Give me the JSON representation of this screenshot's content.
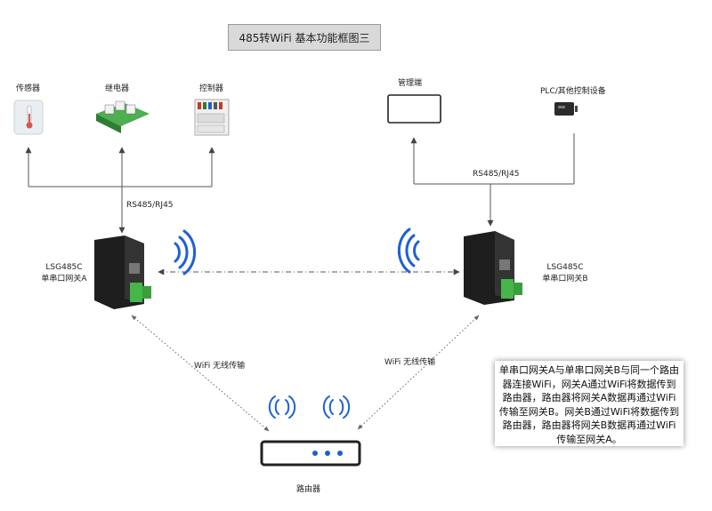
{
  "title": "485转WiFi 基本功能框图三",
  "devices_left": {
    "sensor": "传感器",
    "relay": "继电器",
    "controller": "控制器"
  },
  "devices_right": {
    "terminal": "管理端",
    "plc": "PLC/其他控制设备"
  },
  "bus_left": "RS485/RJ45",
  "bus_right": "RS485/RJ45",
  "gateway_a": {
    "model": "LSG485C",
    "name": "单串口网关A"
  },
  "gateway_b": {
    "model": "LSG485C",
    "name": "单串口网关B"
  },
  "wifi_left": "WiFi 无线传输",
  "wifi_right": "WiFi 无线传输",
  "router": "路由器",
  "note": "单串口网关A与单串口网关B与同一个路由器连接WiFi，网关A通过WiFi将数据传到路由器，路由器将网关A数据再通过WiFi传输至网关B。网关B通过WiFi将数据传到路由器，路由器将网关B数据再通过WiFi传输至网关A。",
  "colors": {
    "wifi": "#1f5fd6",
    "terminal_green": "#45b649",
    "line": "#555555"
  }
}
